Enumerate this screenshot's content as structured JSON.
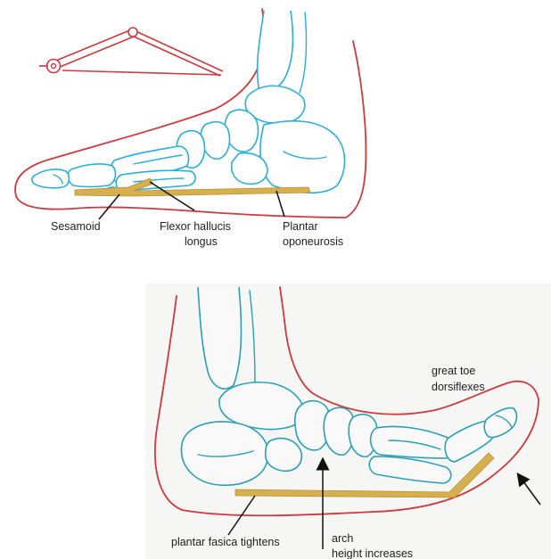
{
  "colors": {
    "skin_outline": "#d0393d",
    "bone_upper": "#29aee0",
    "bone_lower": "#2a9fb8",
    "fascia": "#d6b04e",
    "label_text": "#1e1e1e"
  },
  "upper_diagram": {
    "labels": {
      "sesamoid": "Sesamoid",
      "flexor_line1": "Flexor hallucis",
      "flexor_line2": "longus",
      "plantar_line1": "Plantar",
      "plantar_line2": "oponeurosis"
    }
  },
  "lower_diagram": {
    "labels": {
      "great_toe_line1": "great toe",
      "great_toe_line2": "dorsiflexes",
      "plantar_fascia": "plantar fasica tightens",
      "arch_line1": "arch",
      "arch_line2": "height increases"
    }
  }
}
